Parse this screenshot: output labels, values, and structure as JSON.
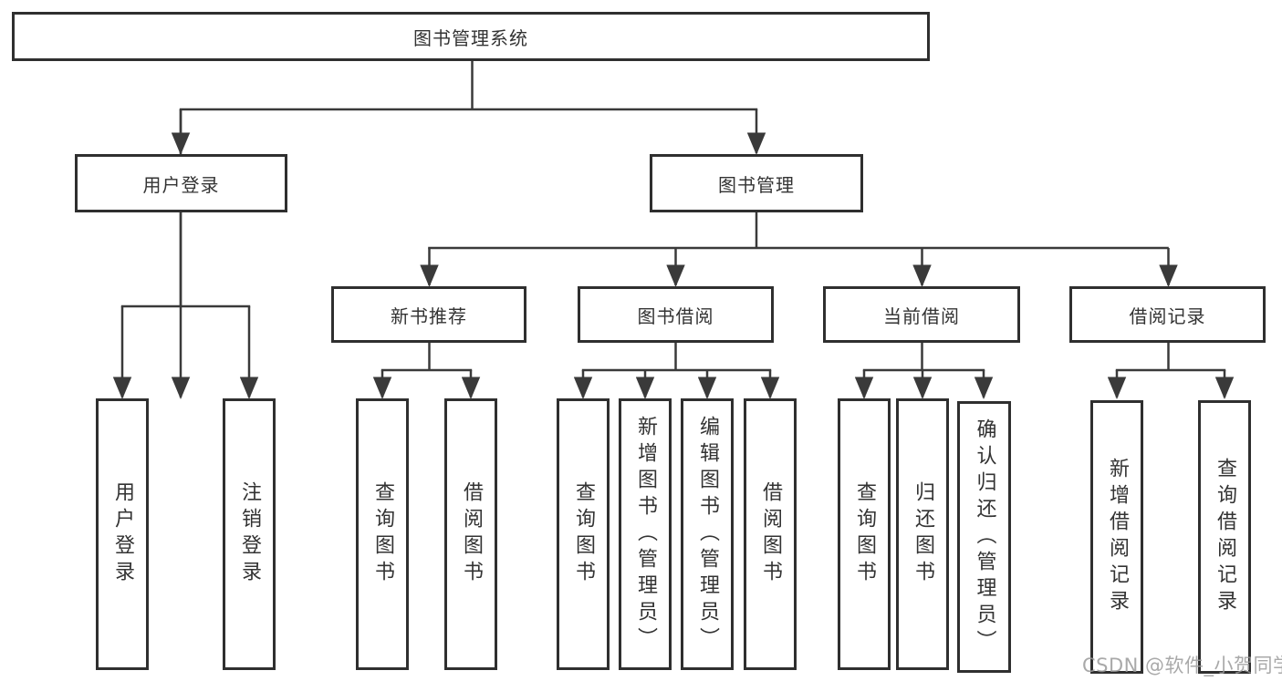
{
  "tree": {
    "root": "图书管理系统",
    "user": {
      "label": "用户登录",
      "leaves": [
        "用户登录",
        "注销登录"
      ]
    },
    "mgmt": {
      "label": "图书管理",
      "groups": [
        {
          "label": "新书推荐",
          "leaves": [
            "查询图书",
            "借阅图书"
          ]
        },
        {
          "label": "图书借阅",
          "leaves": [
            "查询图书",
            "新增图书（管理员）",
            "编辑图书（管理员）",
            "借阅图书"
          ]
        },
        {
          "label": "当前借阅",
          "leaves": [
            "查询图书",
            "归还图书",
            "确认归还（管理员）"
          ]
        },
        {
          "label": "借阅记录",
          "leaves": [
            "新增借阅记录",
            "查询借阅记录"
          ]
        }
      ]
    }
  },
  "watermark": {
    "text": "CSDN @软件_小贺同学"
  },
  "colors": {
    "line": "#3a3a3a",
    "border": "#2f2f2f",
    "text": "#333333",
    "watermark": "#9b9b9b"
  }
}
